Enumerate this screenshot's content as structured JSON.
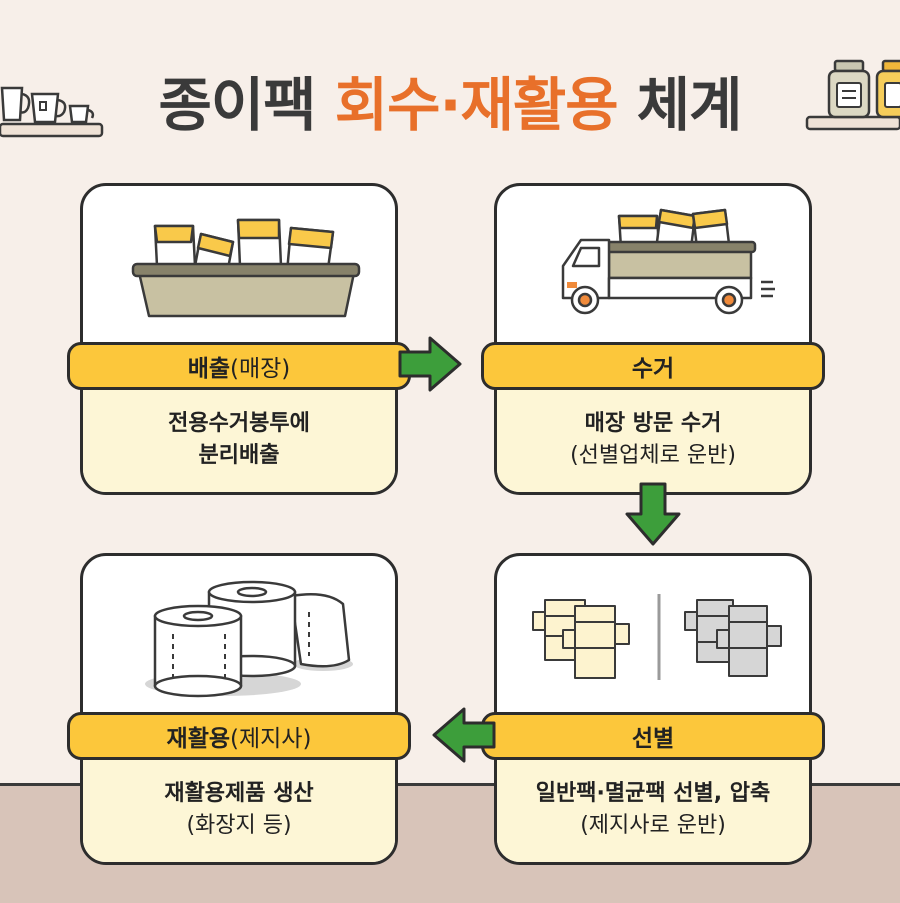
{
  "title": {
    "part1": "종이팩",
    "part2": "회수·재활용",
    "part3": "체계"
  },
  "colors": {
    "background": "#f7efe9",
    "accent": "#e8702a",
    "band": "#fcc73b",
    "desc_bg": "#fdf6d6",
    "arrow": "#3d9e3b",
    "outline": "#2d2d2d"
  },
  "steps": [
    {
      "label_main": "배출",
      "label_paren": "(매장)",
      "desc_line1": "전용수거봉투에",
      "desc_line2": "분리배출"
    },
    {
      "label_main": "수거",
      "label_paren": "",
      "desc_line1": "매장 방문 수거",
      "desc_line2": "(선별업체로 운반)"
    },
    {
      "label_main": "선별",
      "label_paren": "",
      "desc_line1": "일반팩·멸균팩 선별, 압축",
      "desc_line2": "(제지사로 운반)"
    },
    {
      "label_main": "재활용",
      "label_paren": "(제지사)",
      "desc_line1": "재활용제품 생산",
      "desc_line2": "(화장지 등)"
    }
  ],
  "icons": {
    "step1": "carton-basket-icon",
    "step2": "truck-icon",
    "step3": "flattened-cartons-icon",
    "step4": "toilet-paper-icon",
    "arrow_right": "arrow-right-icon",
    "arrow_down": "arrow-down-icon",
    "arrow_left": "arrow-left-icon"
  }
}
